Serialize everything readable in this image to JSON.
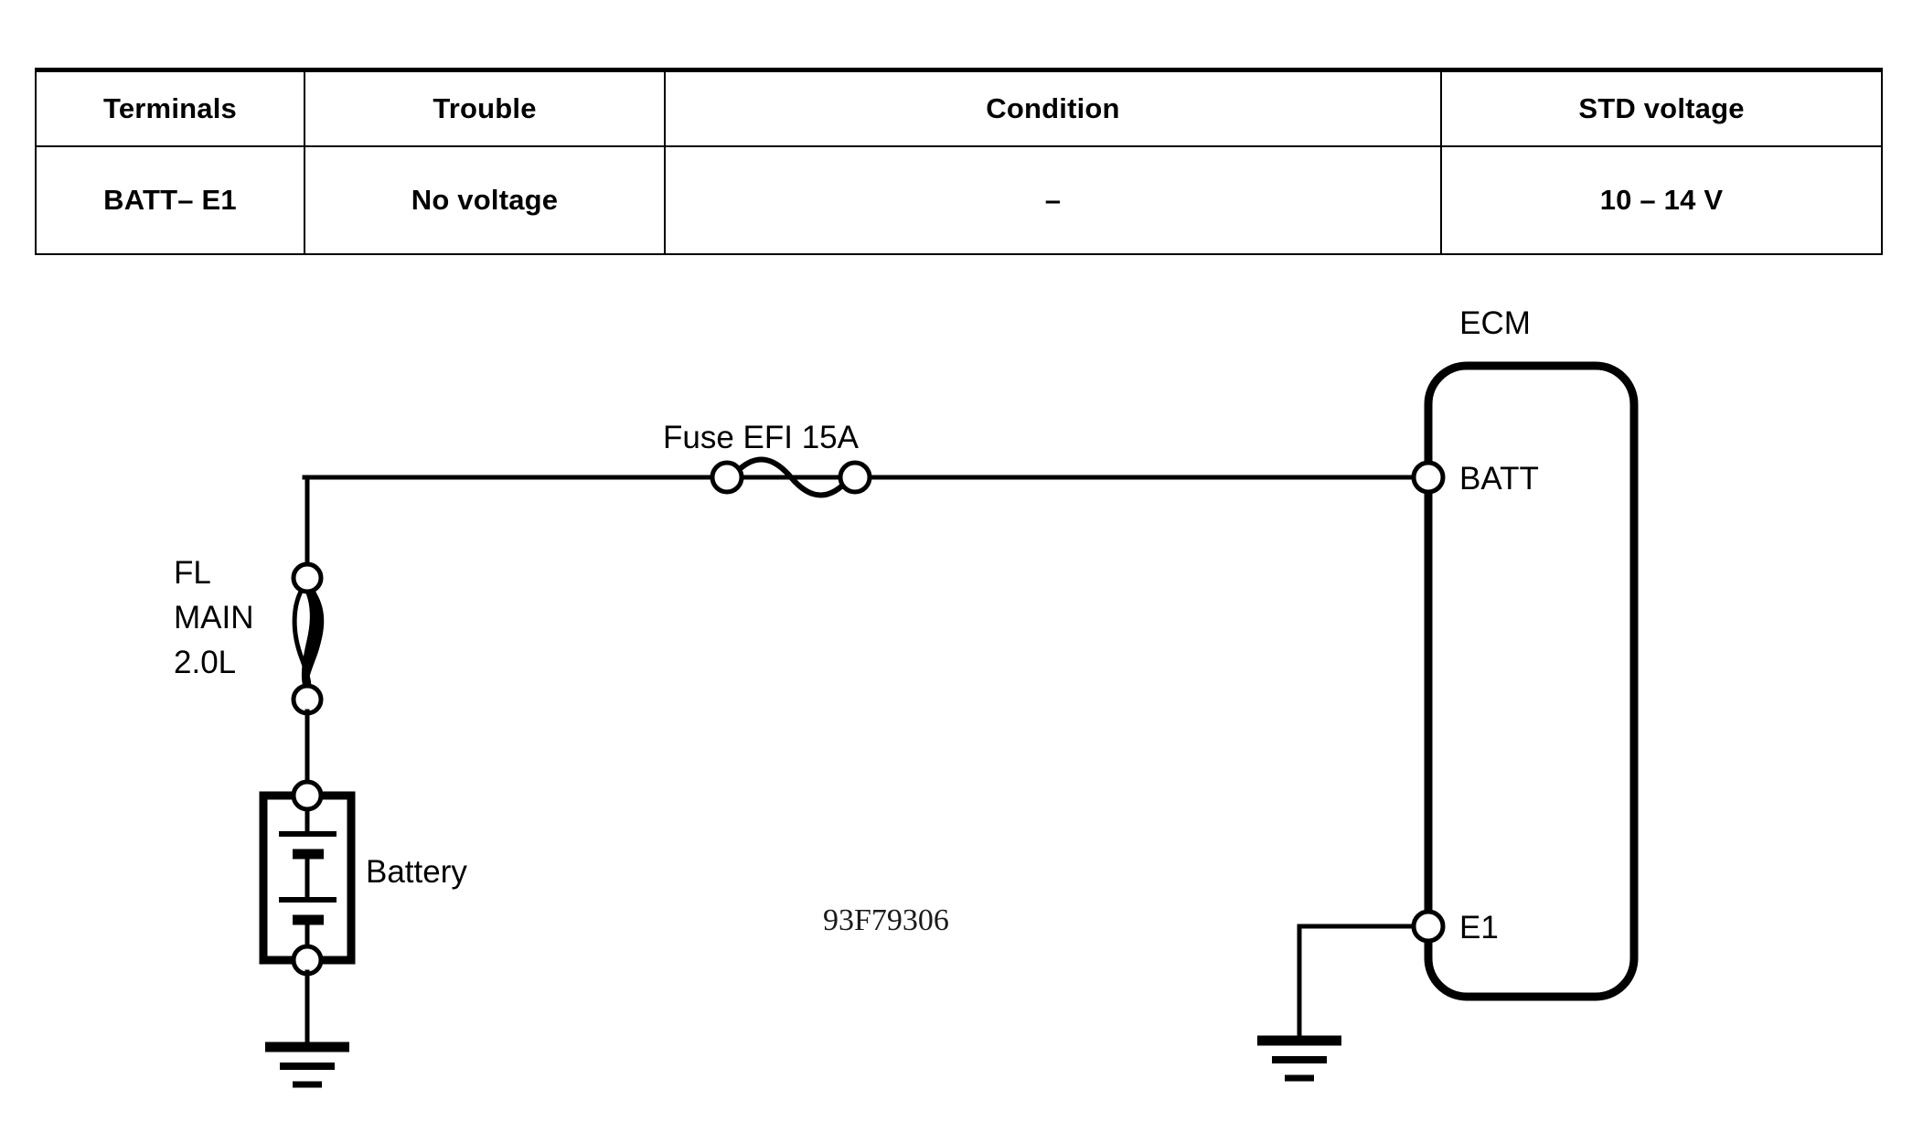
{
  "table": {
    "columns": [
      "Terminals",
      "Trouble",
      "Condition",
      "STD voltage"
    ],
    "rows": [
      {
        "terminals": "BATT– E1",
        "trouble": "No voltage",
        "condition": "–",
        "std_voltage": "10 – 14 V"
      }
    ]
  },
  "diagram": {
    "ecm_label": "ECM",
    "terminal_batt": "BATT",
    "terminal_e1": "E1",
    "fuse_label": "Fuse EFI 15A",
    "fusible_link_line1": "FL",
    "fusible_link_line2": "MAIN",
    "fusible_link_line3": "2.0L",
    "battery_label": "Battery",
    "figure_ref": "93F79306"
  },
  "colors": {
    "ink": "#000000",
    "background": "#ffffff"
  }
}
